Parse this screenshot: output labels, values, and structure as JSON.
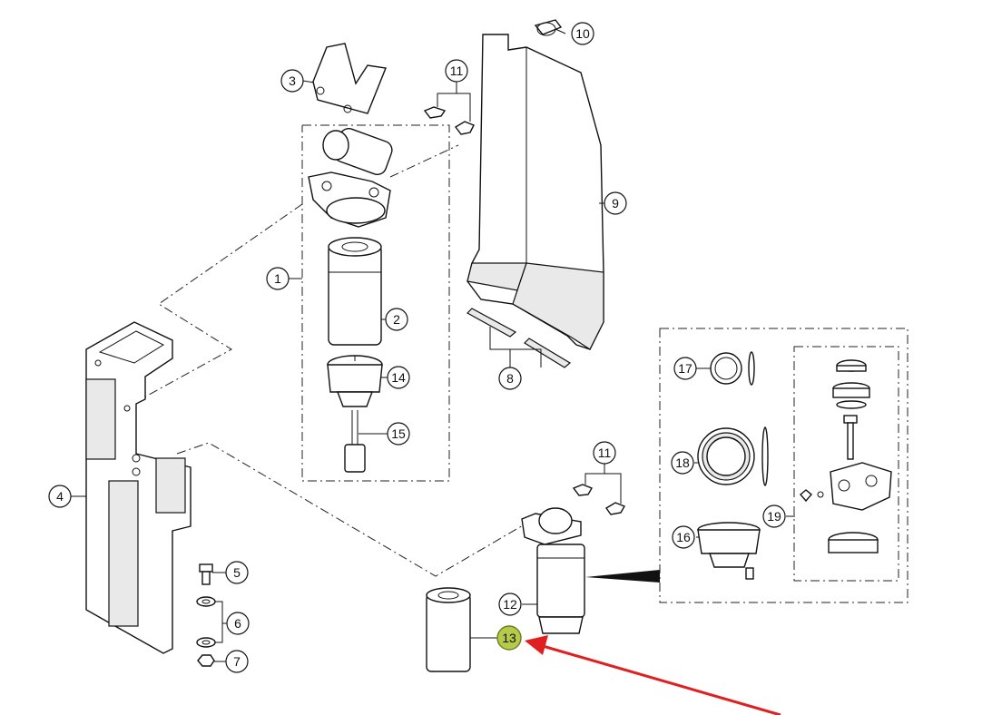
{
  "diagram": {
    "callouts": [
      "1",
      "2",
      "3",
      "4",
      "5",
      "6",
      "7",
      "8",
      "9",
      "10",
      "11",
      "11",
      "12",
      "13",
      "14",
      "15",
      "16",
      "17",
      "18",
      "19"
    ],
    "highlighted_callout": "13",
    "highlight_color": "#b5c94a",
    "arrow_color": "#e02020"
  }
}
